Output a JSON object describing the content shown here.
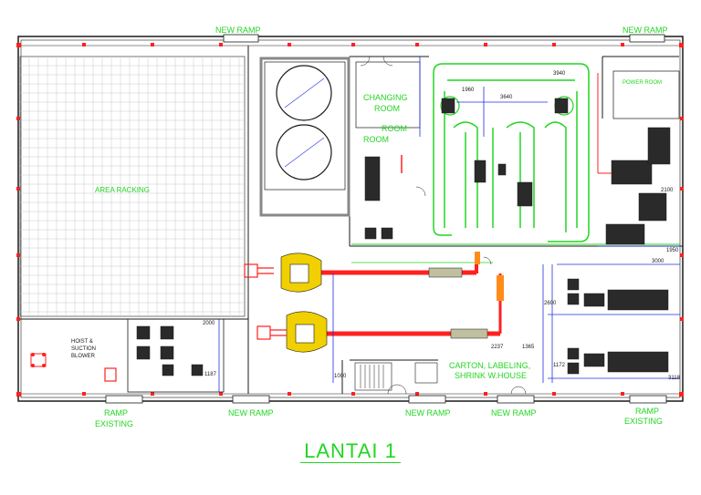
{
  "title": "LANTAI 1",
  "labels": {
    "new_ramp_top_left": "NEW RAMP",
    "new_ramp_top_right": "NEW RAMP",
    "power_room": "POWER ROOM",
    "area_racking": "AREA RACKING",
    "changing_room_1": "CHANGING",
    "changing_room_2": "ROOM",
    "room_small_1": "ROOM",
    "room_small_2": "ROOM",
    "hoist_1": "HOIST &",
    "hoist_2": "SUCTION",
    "hoist_3": "BLOWER",
    "carton_1": "CARTON, LABELING,",
    "carton_2": "SHRINK W.HOUSE",
    "ramp_existing_left_1": "RAMP",
    "ramp_existing_left_2": "EXISTING",
    "ramp_existing_right_1": "RAMP",
    "ramp_existing_right_2": "EXISTING",
    "new_ramp_bottom_1": "NEW RAMP",
    "new_ramp_bottom_2": "NEW RAMP",
    "new_ramp_bottom_3": "NEW RAMP"
  },
  "dims": {
    "d1": "1960",
    "d2": "3640",
    "d3": "3940",
    "d4": "2100",
    "d5": "1950",
    "d6": "3000",
    "d7": "2000",
    "d8": "1187",
    "d9": "2237",
    "d10": "1365",
    "d11": "1172",
    "d12": "3118",
    "d13": "1000",
    "d14": "2600"
  },
  "colors": {
    "wall": "#1a1a1a",
    "green": "#22d622",
    "red": "#ff2020",
    "blue": "#2030e0",
    "yellow": "#f0d000",
    "grid": "#c8c8c8"
  }
}
